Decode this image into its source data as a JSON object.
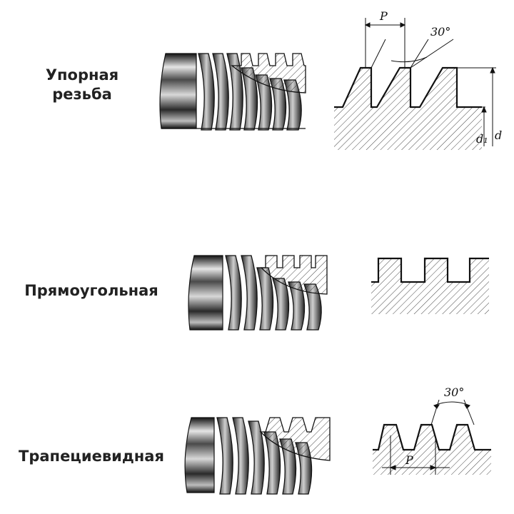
{
  "threads": [
    {
      "name": "Упорная\nрезьба",
      "line1": "Упорная",
      "line2": "резьба",
      "profile": "buttress",
      "dims": {
        "pitch": "P",
        "angle": "30°",
        "minor": "d₁",
        "major": "d"
      }
    },
    {
      "name": "Прямоугольная",
      "profile": "rectangular"
    },
    {
      "name": "Трапециевидная",
      "profile": "trapezoidal",
      "dims": {
        "angle": "30°",
        "pitch": "P"
      }
    }
  ]
}
